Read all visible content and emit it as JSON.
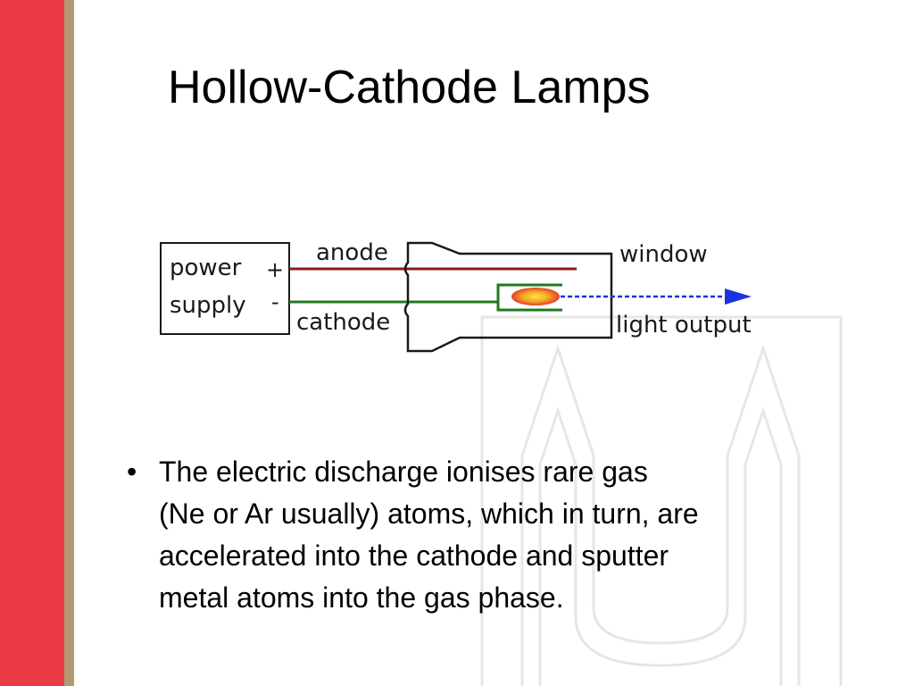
{
  "slide": {
    "title": "Hollow-Cathode Lamps",
    "colors": {
      "band_red": "#ea3a45",
      "band_tan": "#b29a72",
      "anode_wire": "#8b1a1a",
      "cathode_wire": "#1f7a1f",
      "light_output": "#1a33e0",
      "glow": "#f5a623"
    },
    "diagram": {
      "power_label_line1": "power",
      "power_label_line2": "supply",
      "plus_sign": "+",
      "minus_sign": "-",
      "anode_label": "anode",
      "cathode_label": "cathode",
      "window_label": "window",
      "light_output_label": "light output"
    },
    "bullets": [
      {
        "glyph": "•",
        "lines": [
          "The electric discharge ionises rare gas",
          "(Ne or Ar usually) atoms, which in turn, are",
          "accelerated into the cathode and sputter",
          "metal atoms into the gas phase."
        ]
      }
    ],
    "watermark_icon": "u-shape-logo-icon"
  }
}
